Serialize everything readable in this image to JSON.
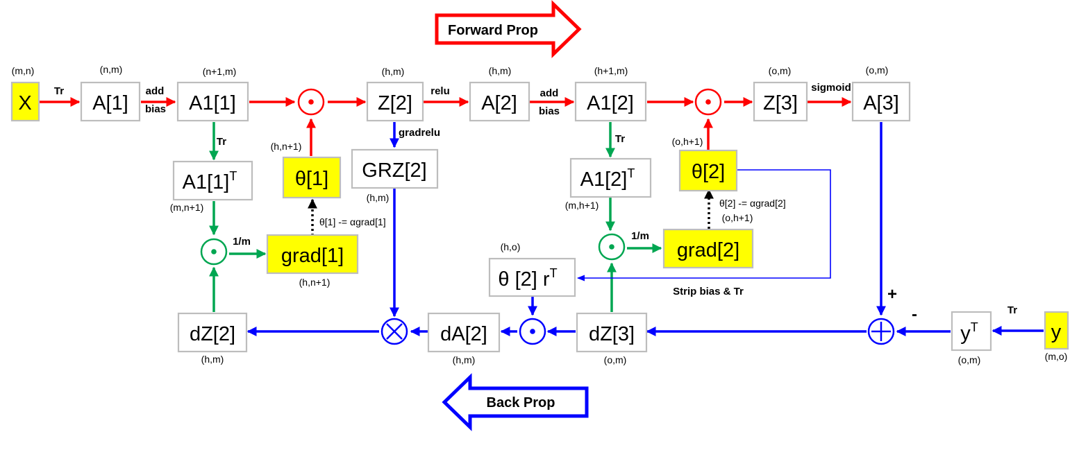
{
  "banners": {
    "forward": "Forward Prop",
    "back": "Back Prop"
  },
  "nodes": {
    "x": "X",
    "a1": "A[1]",
    "a1b": "A1[1]",
    "z2": "Z[2]",
    "a2": "A[2]",
    "a1b2": "A1[2]",
    "z3": "Z[3]",
    "a3": "A[3]",
    "a1bt_base": "A1[1]",
    "a1bt_sup": "T",
    "theta1": "θ[1]",
    "grz2": "GRZ[2]",
    "a12t_base": "A1[2]",
    "a12t_sup": "T",
    "theta2": "θ[2]",
    "grad1": "grad[1]",
    "grad2": "grad[2]",
    "theta2r_base": "θ [2] r",
    "theta2r_sup": "T",
    "dz2": "dZ[2]",
    "da2": "dA[2]",
    "dz3": "dZ[3]",
    "yt_base": "y",
    "yt_sup": "T",
    "y": "y"
  },
  "dims": {
    "x": "(m,n)",
    "a1": "(n,m)",
    "a1b": "(n+1,m)",
    "z2": "(h,m)",
    "a2": "(h,m)",
    "a1b2": "(h+1,m)",
    "z3": "(o,m)",
    "a3": "(o,m)",
    "theta1": "(h,n+1)",
    "a1bt": "(m,n+1)",
    "grz2": "(h,m)",
    "grad1": "(h,n+1)",
    "theta2": "(o,h+1)",
    "a12t": "(m,h+1)",
    "grad2": "(o,h+1)",
    "theta2r": "(h,o)",
    "dz2": "(h,m)",
    "da2": "(h,m)",
    "dz3": "(o,m)",
    "yt": "(o,m)",
    "y": "(m,o)"
  },
  "edge_labels": {
    "tr1": "Tr",
    "add1": "add",
    "bias1": "bias",
    "relu": "relu",
    "add2": "add",
    "bias2": "bias",
    "sigmoid": "sigmoid",
    "tr_a1b": "Tr",
    "gradrelu": "gradrelu",
    "tr_a1b2": "Tr",
    "inv_m1": "1/m",
    "inv_m2": "1/m",
    "strip": "Strip bias & Tr",
    "tr_y": "Tr"
  },
  "updates": {
    "theta1": "θ[1] -= αgrad[1]",
    "theta2": "θ[2] -= αgrad[2]"
  },
  "signs": {
    "plus": "+",
    "minus": "-"
  },
  "colors": {
    "forward": "#ff0000",
    "gradient": "#00a651",
    "backward": "#0000ff",
    "highlight": "#ffff00",
    "box_border": "#bdbdbd"
  }
}
